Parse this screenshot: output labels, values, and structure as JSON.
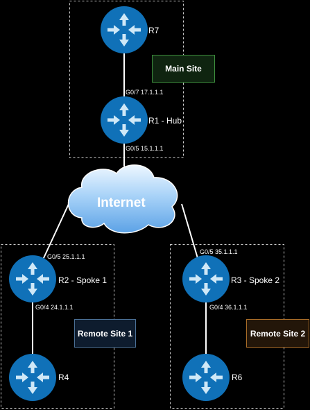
{
  "sites": {
    "main": "Main Site",
    "remote1": "Remote Site 1",
    "remote2": "Remote Site 2"
  },
  "cloud": {
    "label": "Internet"
  },
  "routers": {
    "r7": "R7",
    "r1": "R1 - Hub",
    "r2": "R2 - Spoke 1",
    "r3": "R3 - Spoke 2",
    "r4": "R4",
    "r6": "R6"
  },
  "interfaces": {
    "r1_g07": "G0/7 17.1.1.1",
    "r1_g05": "G0/5 15.1.1.1",
    "r2_g05": "G0/5 25.1.1.1",
    "r2_g04": "G0/4 24.1.1.1",
    "r3_g05": "G0/5 35.1.1.1",
    "r3_g04": "G0/4 36.1.1.1"
  },
  "colors": {
    "background": "#000000",
    "router": "#1071b8",
    "arrow": "#cfe8f7",
    "link": "#ffffff",
    "main_site_fill": "#0f2410",
    "main_site_border": "#3d8f3d",
    "remote1_fill": "#0e1c2e",
    "remote1_border": "#4a6f95",
    "remote2_fill": "#231609",
    "remote2_border": "#a86c28"
  }
}
